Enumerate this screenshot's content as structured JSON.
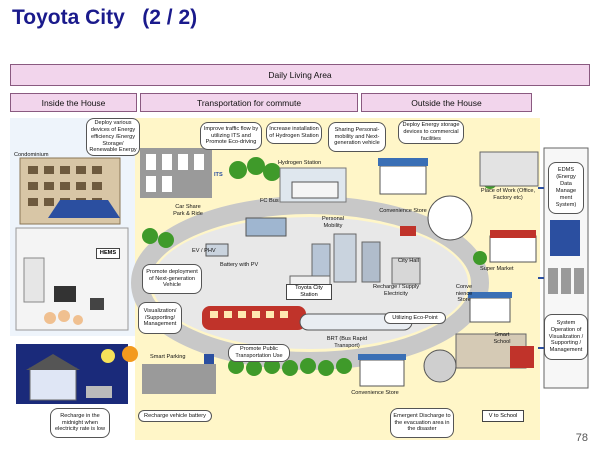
{
  "title": "Toyota City   (2 / 2)",
  "page_number": "78",
  "bands": {
    "daily_living": "Daily Living Area",
    "inside_house": "Inside the House",
    "transportation": "Transportation for commute",
    "outside_house": "Outside the House"
  },
  "callouts": {
    "deploy_energy_devices": "Deploy various devices of Energy efficiency /Energy Storage/ Renewable Energy",
    "improve_traffic": "Improve traffic flow by utilizing ITS and Promote Eco-driving",
    "hydrogen_increase": "Increase installation of Hydrogen Station",
    "sharing_mobility": "Sharing Personal-mobility and Next-generation vehicle",
    "deploy_storage_commercial": "Deploy Energy storage devices to commercial facilities",
    "promote_next_gen": "Promote deployment of Next-generation Vehicle",
    "visualization_mgmt": "Visualization/ /Supporting/ Management",
    "promote_public": "Promote Public Transportation Use",
    "recharge_midnight": "Recharge in the midnight when electricity rate is low",
    "recharge_vehicle_battery": "Recharge vehicle battery",
    "emergent_discharge": "Emergent Discharge to the evacuation area in the disaster",
    "utilizing_eco_point": "Utilizing Eco-Point",
    "system_operation": "System Operation of Visualization / Supporting / Management",
    "edms": "EDMS (Energy Data Manage ment System)"
  },
  "labels": {
    "condominium": "Condominium",
    "hems": "HEMS",
    "car_share": "Car Share Park & Ride",
    "fc_bus": "FC Bus",
    "hydrogen_station": "Hydrogen Station",
    "its": "ITS",
    "personal_mobility": "Personal Mobility",
    "ev_phv": "EV / PHV",
    "battery_pv": "Battery with PV",
    "toyota_city_station": "Toyota City Station",
    "city_hall": "City Hall",
    "recharge_supply": "Recharge / Supply Electricity",
    "convenience_store_top": "Convenience Store",
    "place_of_work": "Place of Work (Office, Factory etc)",
    "super_market": "Super Market",
    "convenience_store_right": "Conve nience Store",
    "smart_school": "Smart School",
    "smart_parking": "Smart Parking",
    "brt": "BRT (Bus Rapid Transport)",
    "convenience_store_bottom": "Convenience Store",
    "v_to_school": "V to School"
  },
  "colors": {
    "title": "#1a1a8c",
    "band_fill": "#f2d5ec",
    "band_border": "#8a5a80",
    "diagram_bg": "#fff6c8",
    "road": "#c8c8c8",
    "tree": "#3f9a2a",
    "solar": "#2b4fa0",
    "train": "#c0332a",
    "store_roof": "#3a6fb5"
  }
}
